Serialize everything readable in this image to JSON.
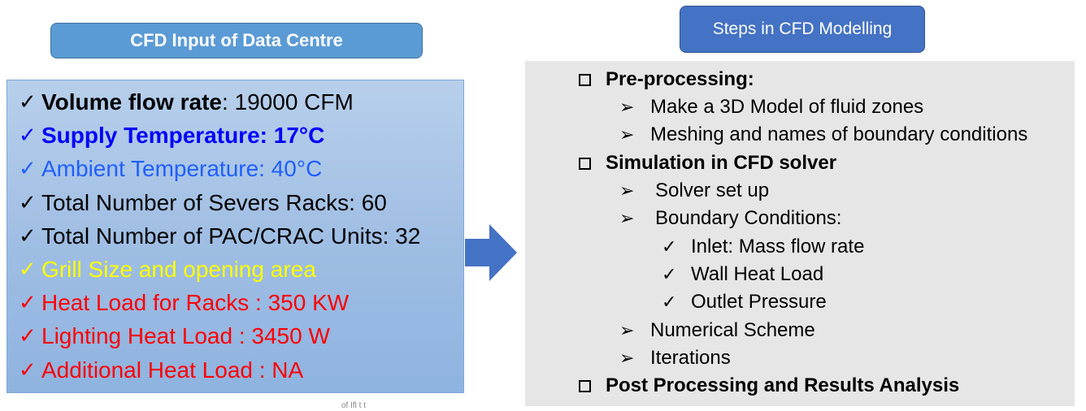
{
  "left_title": "CFD Input of Data Centre",
  "right_title": "Steps in CFD Modelling",
  "inputs": [
    {
      "label": "Volume flow rate",
      "value": ": 19000 CFM"
    },
    {
      "text": "Supply Temperature: 17°C"
    },
    {
      "text": "Ambient Temperature: 40°C"
    },
    {
      "text": "Total Number of Severs Racks: 60"
    },
    {
      "text": "Total Number of PAC/CRAC Units: 32"
    },
    {
      "text": "Grill Size and opening area"
    },
    {
      "text": "Heat Load for Racks : 350 KW"
    },
    {
      "text": "Lighting Heat Load : 3450 W"
    },
    {
      "text": "Additional Heat Load : NA"
    }
  ],
  "steps": {
    "preprocessing": "Pre-processing:",
    "pre_items": [
      "Make a 3D Model of fluid zones",
      "Meshing and names of boundary conditions"
    ],
    "simulation": "Simulation in CFD solver",
    "sim_items": [
      "Solver set up",
      "Boundary Conditions:"
    ],
    "bc_items": [
      "Inlet: Mass flow rate",
      "Wall Heat Load",
      "Outlet Pressure"
    ],
    "sim_items_2": [
      "Numerical Scheme",
      "Iterations"
    ],
    "post": "Post Processing and Results Analysis"
  },
  "colors": {
    "title_left": "#5b9bd5",
    "title_right": "#4472c4",
    "arrow": "#4472c4",
    "blue_text": "#0000ff",
    "yellow_text": "#ffff00",
    "red_text": "#ff0000",
    "right_panel": "#e7e6e6"
  },
  "footer_fragment": "of Ifl    t  t"
}
